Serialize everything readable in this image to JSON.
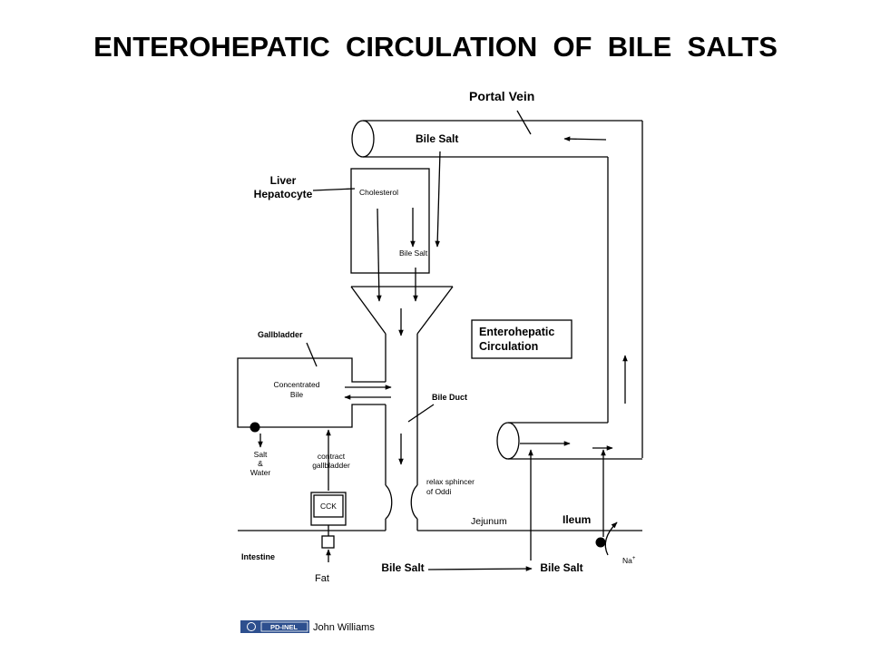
{
  "title": "ENTEROHEPATIC  CIRCULATION  OF  BILE  SALTS",
  "labels": {
    "portal_vein": "Portal Vein",
    "bile_salt_top": "Bile Salt",
    "liver_line1": "Liver",
    "liver_line2": "Hepatocyte",
    "cholesterol": "Cholesterol",
    "bile_salt_liver": "Bile Salt",
    "gallbladder": "Gallbladder",
    "concentrated_line1": "Concentrated",
    "concentrated_line2": "Bile",
    "bile_duct": "Bile Duct",
    "enterohepatic_line1": "Enterohepatic",
    "enterohepatic_line2": "Circulation",
    "salt_line1": "Salt",
    "salt_line2": "&",
    "salt_line3": "Water",
    "contract_line1": "contract",
    "contract_line2": "gallbladder",
    "relax_line1": "relax sphincer",
    "relax_line2": "of Oddi",
    "cck": "CCK",
    "jejunum": "Jejunum",
    "ileum": "Ileum",
    "intestine": "Intestine",
    "bile_salt_bottom_left": "Bile Salt",
    "bile_salt_bottom_right": "Bile Salt",
    "na": "Na",
    "na_sup": "+",
    "fat": "Fat"
  },
  "footer": {
    "badge": "PD-INEL",
    "author": "John Williams",
    "badge_color": "#2d4f8e"
  }
}
